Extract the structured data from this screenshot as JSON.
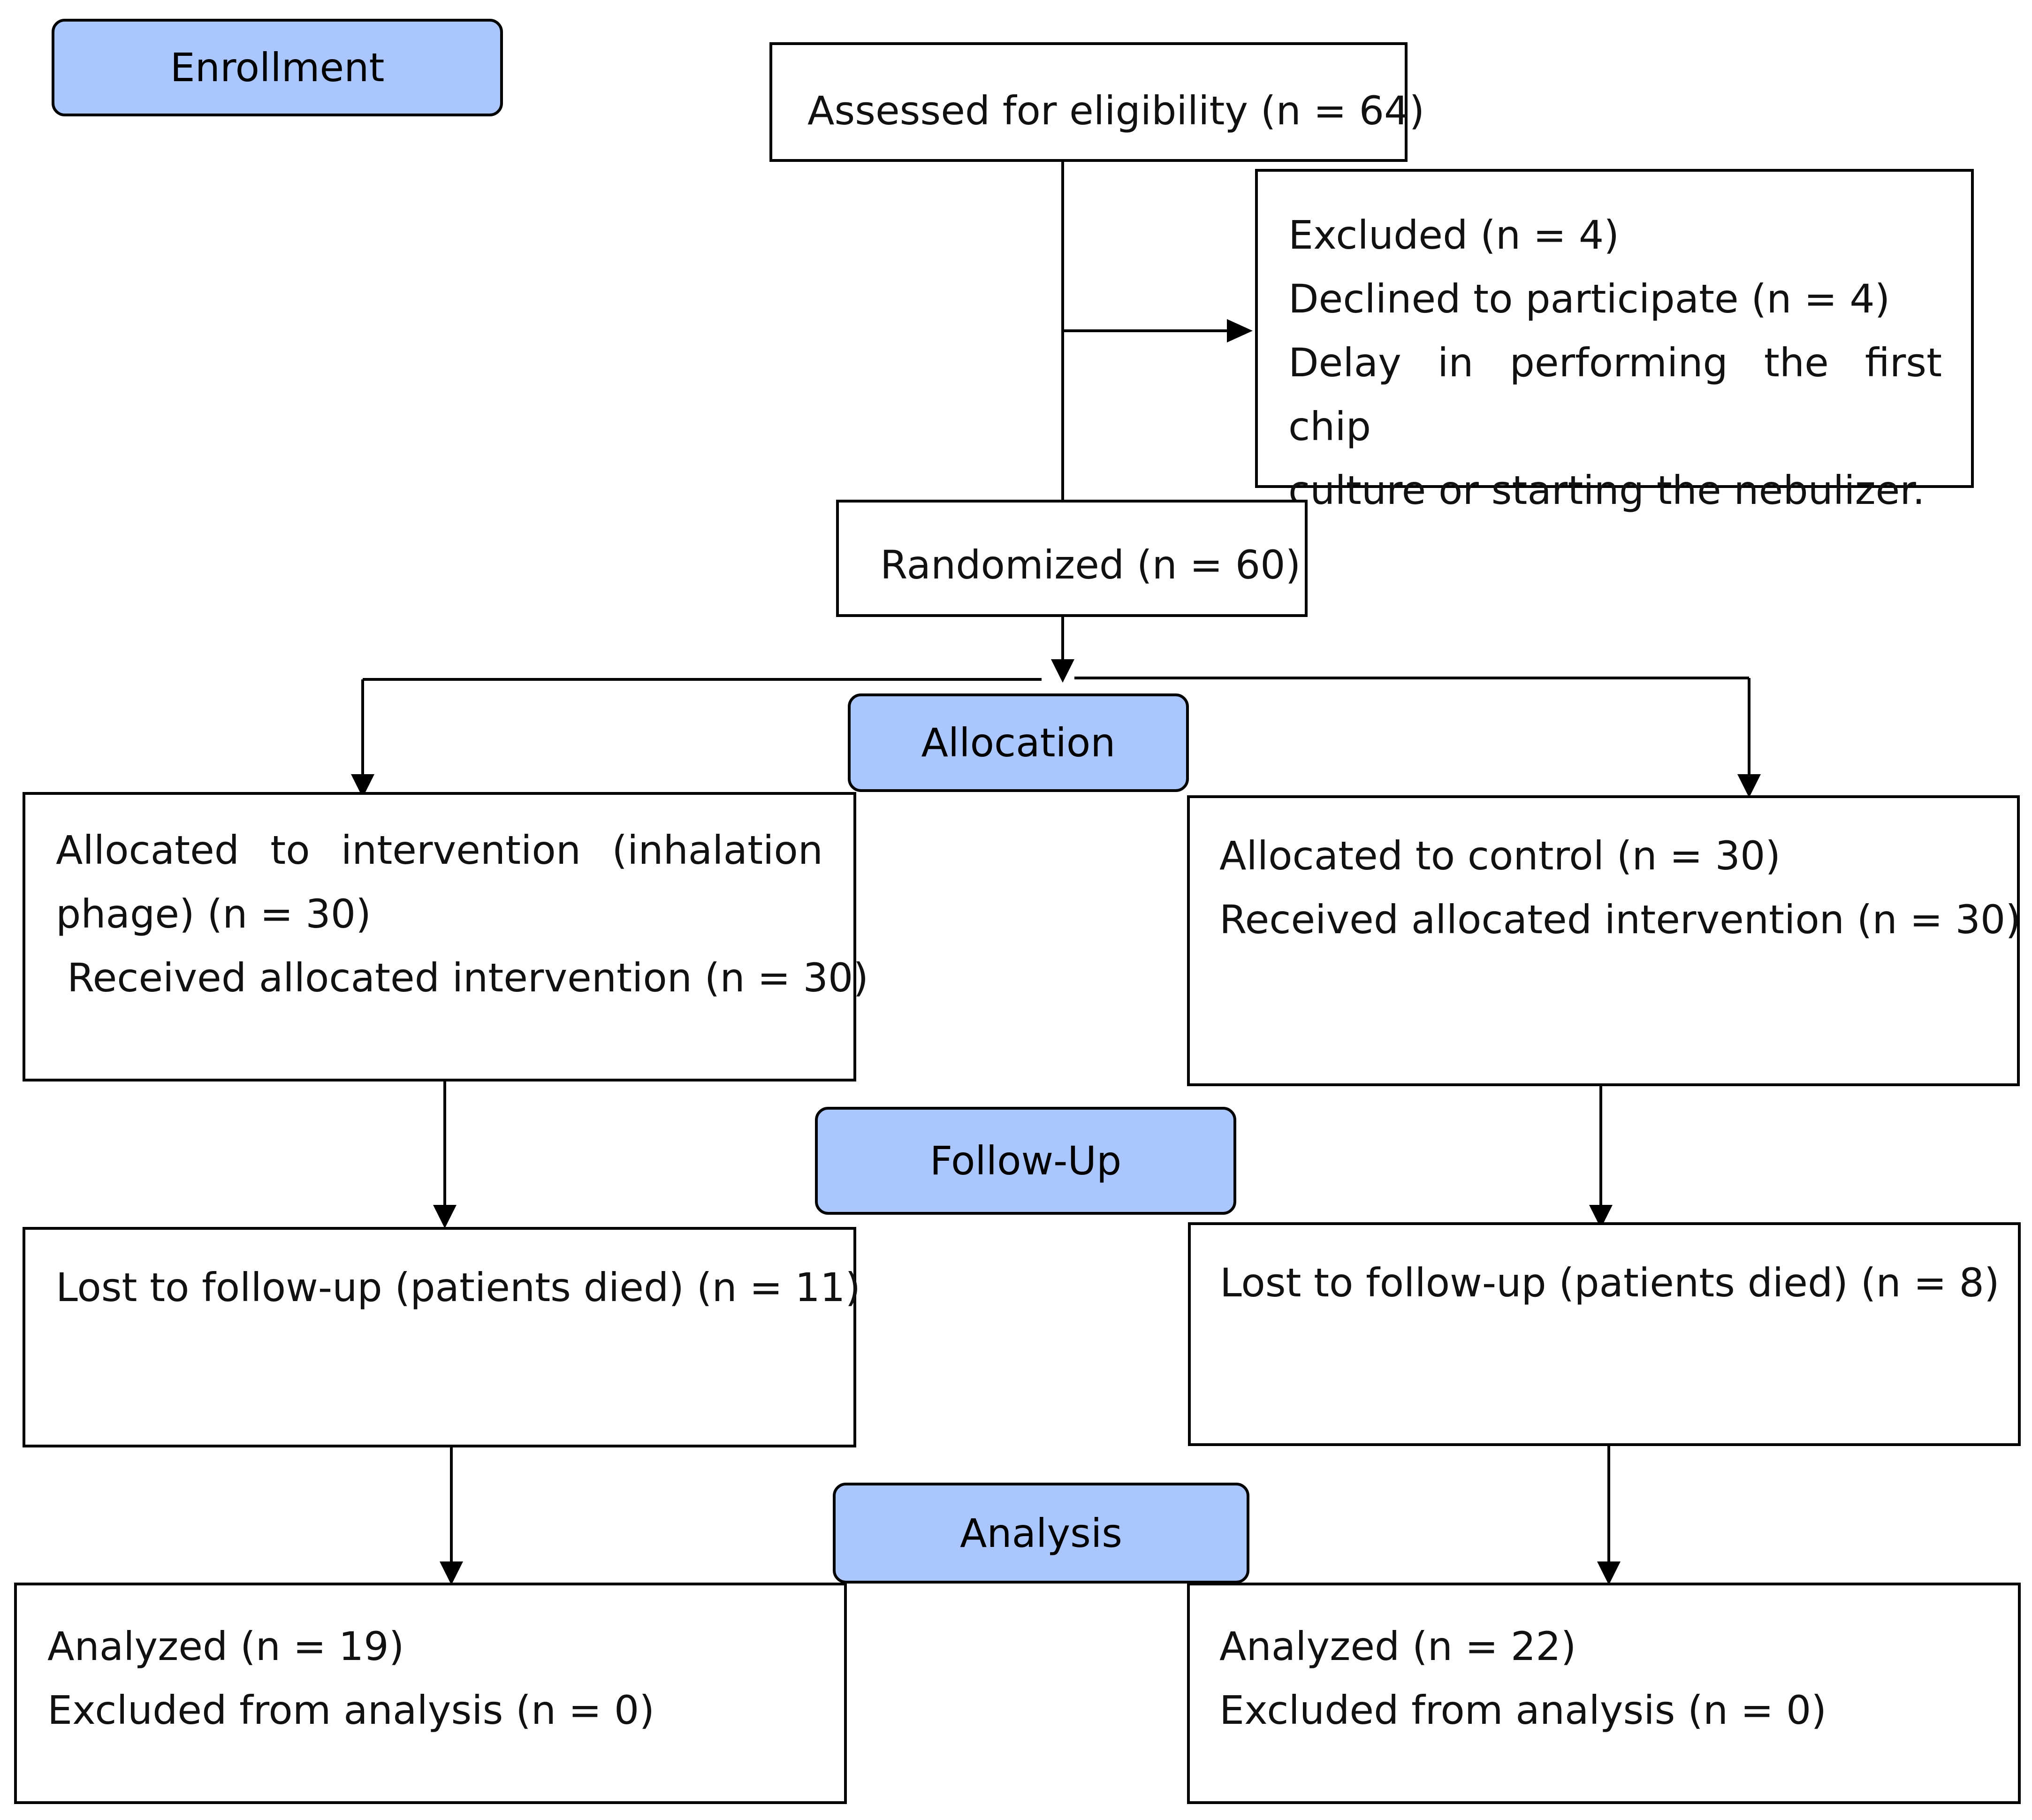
{
  "stages": {
    "enrollment": "Enrollment",
    "allocation": "Allocation",
    "follow_up": "Follow-Up",
    "analysis": "Analysis"
  },
  "boxes": {
    "assessed": "Assessed for eligibility (n = 64)",
    "excluded": {
      "title": "Excluded (n = 4)",
      "declined": "Declined to participate (n = 4)",
      "delay_line1": "Delay in performing the first chip",
      "delay_line2": "culture or starting the nebulizer."
    },
    "randomized": "Randomized (n = 60)",
    "intervention": {
      "line1": "Allocated to intervention (inhalation",
      "line2": "phage) (n = 30)",
      "received": "Received allocated intervention (n = 30)"
    },
    "control": {
      "line1": "Allocated to control (n = 30)",
      "received": "Received allocated intervention (n = 30)"
    },
    "lost_intervention": "Lost to follow-up (patients died) (n = 11)",
    "lost_control": "Lost to follow-up (patients died) (n = 8)",
    "analyzed_intervention": {
      "analyzed": "Analyzed (n = 19)",
      "excluded": "Excluded from analysis (n = 0)"
    },
    "analyzed_control": {
      "analyzed": "Analyzed (n = 22)",
      "excluded": "Excluded from analysis (n = 0)"
    }
  }
}
